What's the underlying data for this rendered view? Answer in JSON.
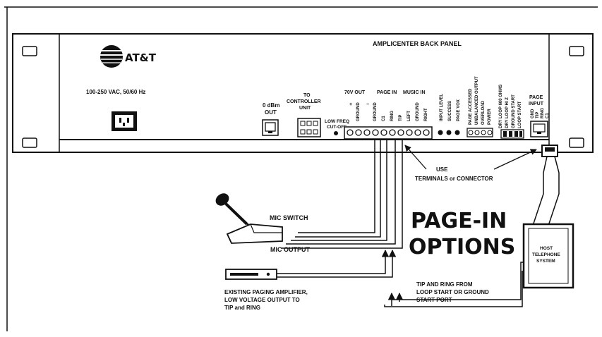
{
  "colors": {
    "ink": "#111111",
    "paper": "#ffffff"
  },
  "panel": {
    "title": "AMPLICENTER BACK PANEL",
    "logo": "AT&T",
    "power_rating": "100-250 VAC, 50/60 Hz",
    "dbm_out_line1": "0 dBm",
    "dbm_out_line2": "OUT",
    "controller_line1": "TO",
    "controller_line2": "CONTROLLER",
    "controller_line3": "UNIT",
    "low_freq_line1": "LOW FREQ",
    "low_freq_line2": "CUT-OFF",
    "group_70v": "70V OUT",
    "group_page_in": "PAGE IN",
    "group_music_in": "MUSIC IN",
    "terminals": [
      "+",
      "GROUND",
      "−",
      "GROUND",
      "C1",
      "RING",
      "TIP",
      "LEFT",
      "GROUND",
      "RIGHT"
    ],
    "led_labels": [
      "INPUT LEVEL",
      "SUCCESS",
      "PAGE VOX"
    ],
    "output_labels": [
      "PAGE ACCESSED",
      "UNBALANCED OUTPUT",
      "OVERLOAD",
      "POWER"
    ],
    "switch_labels": [
      "DRY LOOP 600 OHMS",
      "DRY LOOP HI Z",
      "GROUND START",
      "LOOP START"
    ],
    "page_input_line1": "PAGE",
    "page_input_line2": "INPUT",
    "page_input_pins": [
      "GND",
      "TIP",
      "RING",
      "C1"
    ]
  },
  "callouts": {
    "use_line1": "USE",
    "use_line2": "TERMINALS  or  CONNECTOR",
    "mic_switch": "MIC SWITCH",
    "mic_output": "MIC OUTPUT",
    "page_in_line1": "PAGE-IN",
    "page_in_line2": "OPTIONS",
    "host_line1": "HOST",
    "host_line2": "TELEPHONE",
    "host_line3": "SYSTEM",
    "tip_ring_line1": "TIP AND RING FROM",
    "tip_ring_line2": "LOOP START OR GROUND",
    "tip_ring_line3": "START PORT",
    "amp_line1": "EXISTING PAGING AMPLIFIER,",
    "amp_line2": "LOW VOLTAGE OUTPUT TO",
    "amp_line3": "TIP and RING"
  }
}
